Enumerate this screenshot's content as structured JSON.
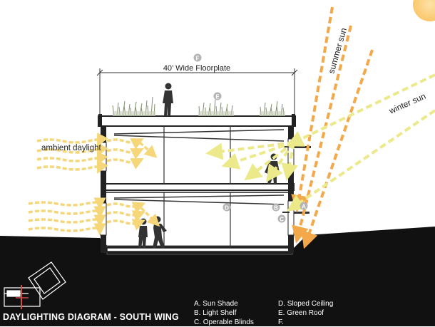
{
  "title": "DAYLIGHTING DIAGRAM - SOUTH WING",
  "labels": {
    "floorplate": "40’ Wide Floorplate",
    "ambient": "ambient daylight",
    "summer": "summer sun",
    "winter": "winter sun"
  },
  "markers": {
    "a": "A",
    "b": "B",
    "c": "C",
    "d": "D",
    "e": "E",
    "f": "F"
  },
  "legend": {
    "col1": [
      "A. Sun Shade",
      "B. Light Shelf",
      "C. Operable Blinds"
    ],
    "col2": [
      "D. Sloped Ceiling",
      "E. Green Roof",
      "F."
    ]
  },
  "colors": {
    "summer_arrow": "#f3a84a",
    "winter_arrow": "#ebe98a",
    "ambient_arrow": "#f5d77a",
    "sun": "#fcd68a",
    "ground": "#111111",
    "marker": "#b4b4b4"
  }
}
